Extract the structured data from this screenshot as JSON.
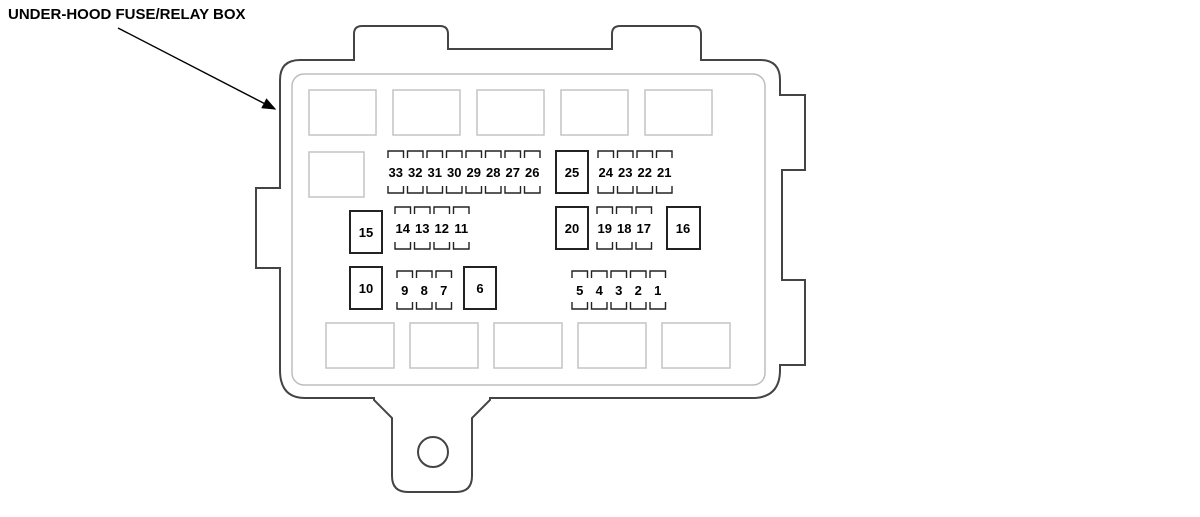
{
  "title": "UNDER-HOOD FUSE/RELAY BOX",
  "row1_fuses": [
    "33",
    "32",
    "31",
    "30",
    "29",
    "28",
    "27",
    "26"
  ],
  "row1_relay": "25",
  "row1_fuses_right": [
    "24",
    "23",
    "22",
    "21"
  ],
  "row2_relay_left": "15",
  "row2_fuses": [
    "14",
    "13",
    "12",
    "11"
  ],
  "row2_relay_mid": "20",
  "row2_fuses_right": [
    "19",
    "18",
    "17"
  ],
  "row2_relay_right": "16",
  "row3_relay_left": "10",
  "row3_fuses": [
    "9",
    "8",
    "7"
  ],
  "row3_relay_mid": "6",
  "row3_fuses_right": [
    "5",
    "4",
    "3",
    "2",
    "1"
  ]
}
